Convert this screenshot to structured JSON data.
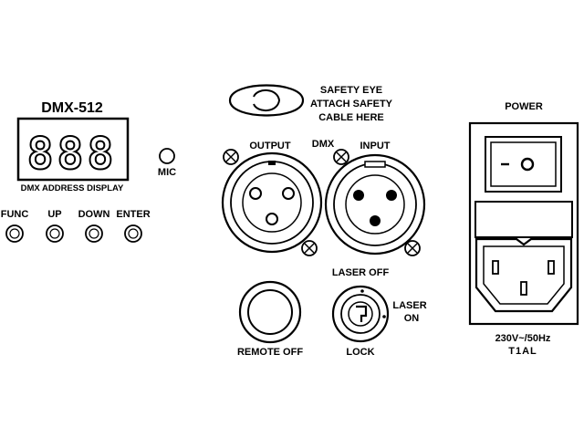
{
  "display": {
    "title": "DMX-512",
    "digits": "888",
    "caption": "DMX ADDRESS DISPLAY"
  },
  "mic": {
    "label": "MIC"
  },
  "buttons": [
    {
      "label": "FUNC"
    },
    {
      "label": "UP"
    },
    {
      "label": "DOWN"
    },
    {
      "label": "ENTER"
    }
  ],
  "safety": {
    "lines": [
      "SAFETY EYE",
      "ATTACH SAFETY",
      "CABLE HERE"
    ]
  },
  "dmx": {
    "label": "DMX",
    "output_label": "OUTPUT",
    "input_label": "INPUT"
  },
  "remote": {
    "label": "REMOTE OFF"
  },
  "key": {
    "laser_off": "LASER OFF",
    "laser_on_line1": "LASER",
    "laser_on_line2": "ON",
    "lock": "LOCK"
  },
  "power": {
    "title": "POWER",
    "rating": "230V~/50Hz",
    "fuse": "T1AL"
  }
}
